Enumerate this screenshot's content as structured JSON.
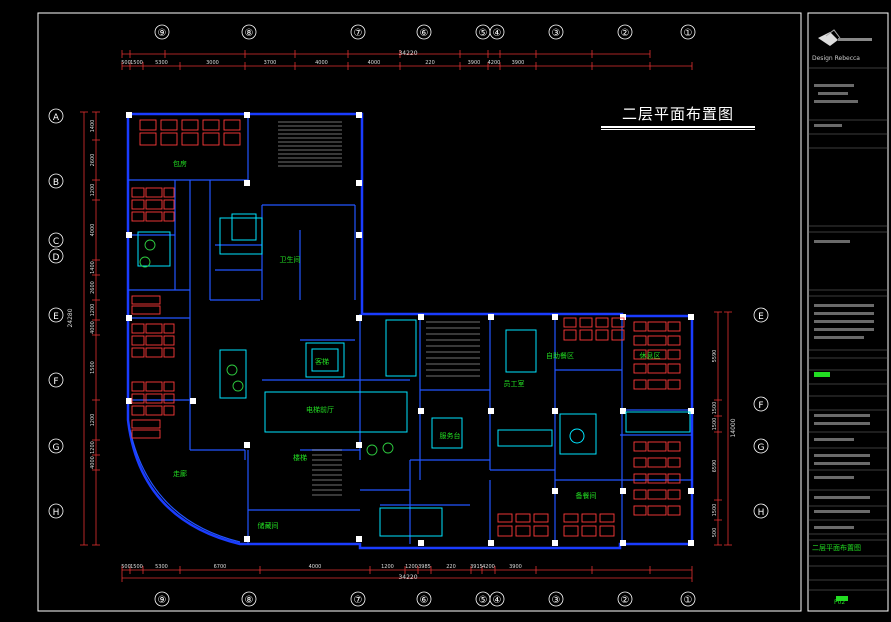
{
  "drawing": {
    "title": "二层平面布置图",
    "overall_dim_top": "34220",
    "overall_dim_bottom": "34220",
    "overall_dim_left": "24280",
    "overall_dim_right": "14000",
    "col_labels": [
      "⑨",
      "⑧",
      "⑦",
      "⑥",
      "⑤",
      "④",
      "③",
      "②",
      "①"
    ],
    "row_labels_left": [
      "A",
      "B",
      "C",
      "D",
      "E",
      "F",
      "G",
      "H"
    ],
    "row_labels_right": [
      "E",
      "F",
      "G",
      "H"
    ],
    "dims_top": [
      "500",
      "1500",
      "5300",
      "3000",
      "3700",
      "4000",
      "4000",
      "220",
      "3900",
      "4200",
      "3900"
    ],
    "dims_bottom": [
      "500",
      "1500",
      "5300",
      "6700",
      "4000",
      "1200",
      "1200",
      "3985",
      "220",
      "3915",
      "4200",
      "3900"
    ],
    "dims_left": [
      "1400",
      "2600",
      "1200",
      "4000",
      "1400",
      "2600",
      "1200",
      "4000",
      "1500",
      "1200",
      "1200",
      "4000"
    ],
    "dims_right": [
      "5590",
      "1500",
      "1500",
      "6590",
      "1500",
      "500"
    ],
    "room_labels": [
      "电梯前厅",
      "员工室",
      "服务台",
      "客梯",
      "包房",
      "卫生间",
      "楼梯",
      "自助餐区",
      "走廊",
      "储藏间",
      "备餐间",
      "休息区"
    ],
    "panel": {
      "logo_text": "Design Rebecca",
      "sheet_label": "二层平面布置图",
      "sheet_no": "P02"
    }
  },
  "colors": {
    "wall": "#1a3cff",
    "wall_thin": "#2255ff",
    "furniture": "#ff3b3b",
    "fixture": "#00e5ff",
    "text_green": "#22dd22",
    "dim_red": "#e03030",
    "white": "#ffffff",
    "green_plant": "#2ecc40"
  }
}
